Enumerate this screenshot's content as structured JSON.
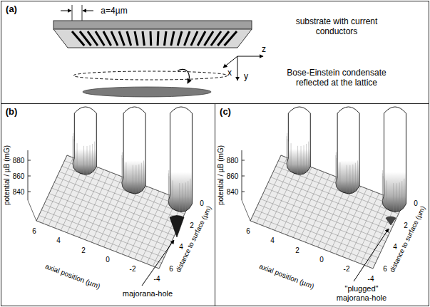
{
  "diagram": {
    "nodes": [
      {
        "text": [
          "(a)",
          "a=4µm",
          "x",
          "y",
          "z",
          "substrate with current conductors",
          "Bose-Einstein condensate reflected at the lattice"
        ]
      },
      {
        "text": [
          "(b)",
          "880",
          "860",
          "840",
          "potential / µB (mG)",
          "6",
          "4",
          "2",
          "0",
          "-2",
          "-4",
          "axial position (µm)",
          "0",
          "2",
          "4",
          "6",
          "distance to surface (µm)",
          "majorana-hole"
        ]
      },
      {
        "text": [
          "(c)",
          "880",
          "860",
          "840",
          "potential / µB (mG)",
          "6",
          "4",
          "2",
          "0",
          "-2",
          "-4",
          "axial position (µm)",
          "0",
          "2",
          "4",
          "6",
          "distance to surface (µm)",
          "\"plugged\" majorana-hole"
        ]
      }
    ]
  }
}
